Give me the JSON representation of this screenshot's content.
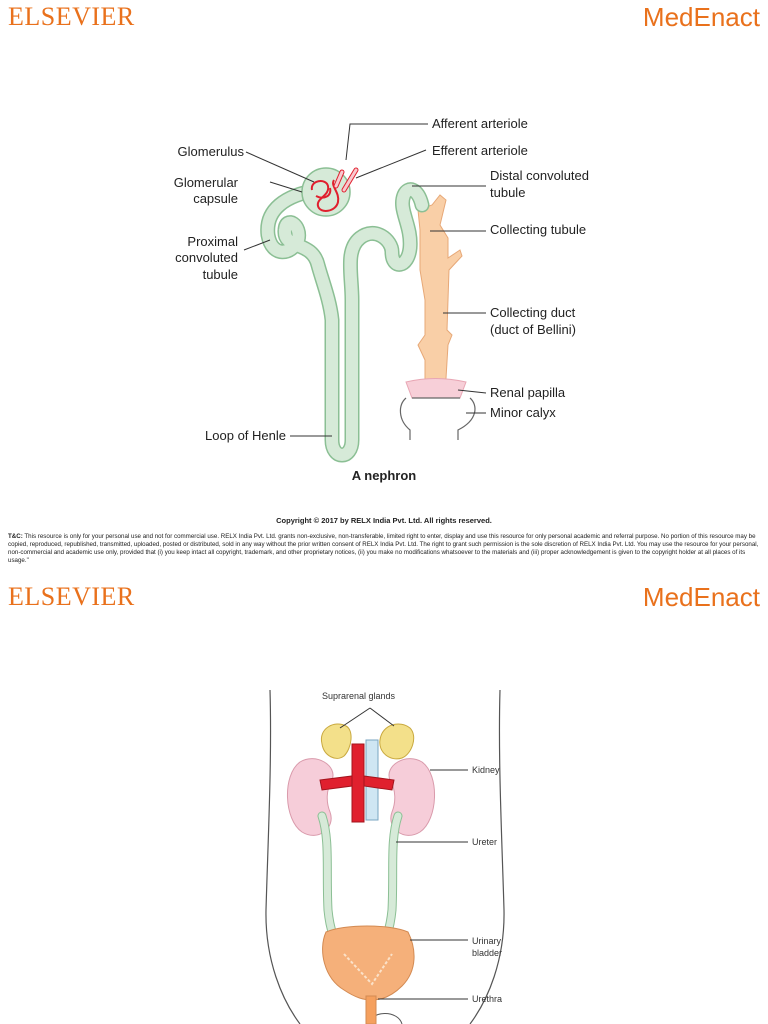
{
  "slide1": {
    "brand_left": "ELSEVIER",
    "brand_right": "MedEnact",
    "labels": {
      "glomerulus": "Glomerulus",
      "glomerular_capsule_1": "Glomerular",
      "glomerular_capsule_2": "capsule",
      "proximal_1": "Proximal",
      "proximal_2": "convoluted",
      "proximal_3": "tubule",
      "loop_of_henle": "Loop of Henle",
      "afferent": "Afferent arteriole",
      "efferent": "Efferent arteriole",
      "distal_1": "Distal convoluted",
      "distal_2": "tubule",
      "collecting_tubule": "Collecting tubule",
      "collecting_duct_1": "Collecting duct",
      "collecting_duct_2": "(duct of Bellini)",
      "renal_papilla": "Renal papilla",
      "minor_calyx": "Minor calyx"
    },
    "caption": "A nephron",
    "copyright": "Copyright © 2017 by RELX India Pvt. Ltd. All rights reserved.",
    "terms_heading": "T&C:",
    "terms_body": "This resource is only for your personal use and not for commercial use. RELX India Pvt. Ltd. grants non-exclusive, non-transferable, limited right to enter, display and use this resource for only personal academic and referral purpose. No portion of this resource may be copied, reproduced, republished, transmitted, uploaded, posted or distributed, sold in any way without the prior written consent of RELX India Pvt. Ltd. The right to grant such permission is the sole discretion of RELX India Pvt. Ltd. You may use the resource for your personal, non-commercial and academic use only, provided that (i) you keep intact all copyright, trademark, and other proprietary notices, (ii) you make no modifications whatsoever to the materials and (iii) proper acknowledgement is given to the copyright holder at all places of its usage.\""
  },
  "slide2": {
    "brand_left": "ELSEVIER",
    "brand_right": "MedEnact",
    "labels": {
      "suprarenal": "Suprarenal glands",
      "kidney": "Kidney",
      "ureter": "Ureter",
      "bladder_1": "Urinary",
      "bladder_2": "bladder",
      "urethra": "Urethra"
    }
  },
  "colors": {
    "brand": "#e9711c",
    "tubule_green": "#d6ead8",
    "duct_orange": "#f9cfa7",
    "papilla_pink": "#f7cfd8",
    "vessel_red": "#e0202e",
    "kidney_pink": "#f6cdd9",
    "gland_yellow": "#f3e08a",
    "vein_blue": "#cfe6f3",
    "bladder_orange": "#f5b07a"
  }
}
